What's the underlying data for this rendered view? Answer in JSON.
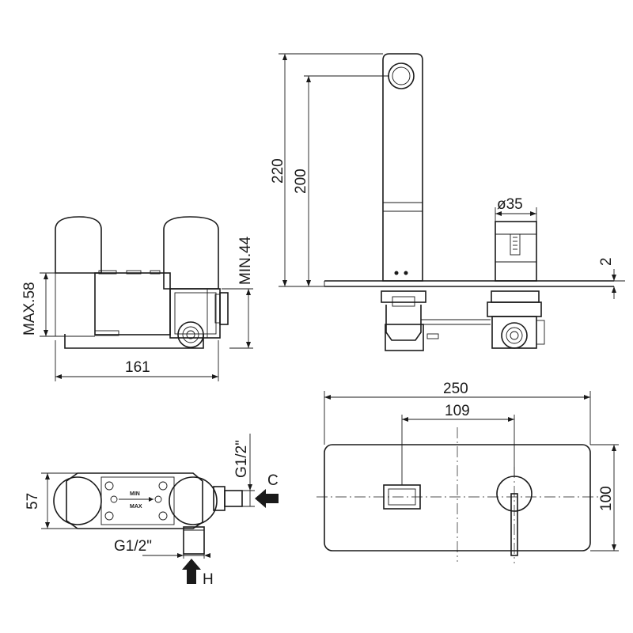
{
  "dimensions": {
    "side_height_max": "MAX.58",
    "side_depth_min": "MIN.44",
    "side_width": "161",
    "spout_height_total": "220",
    "spout_height_outlet": "200",
    "knob_diameter": "ø35",
    "plate_thickness": "2",
    "plate_width": "250",
    "spacing": "109",
    "plate_height": "100",
    "body_depth": "57",
    "thread_cold": "G1/2\"",
    "thread_hot": "G1/2\""
  },
  "body_markings": {
    "min": "MIN",
    "max": "MAX"
  },
  "inlets": {
    "cold": "C",
    "hot": "H"
  }
}
